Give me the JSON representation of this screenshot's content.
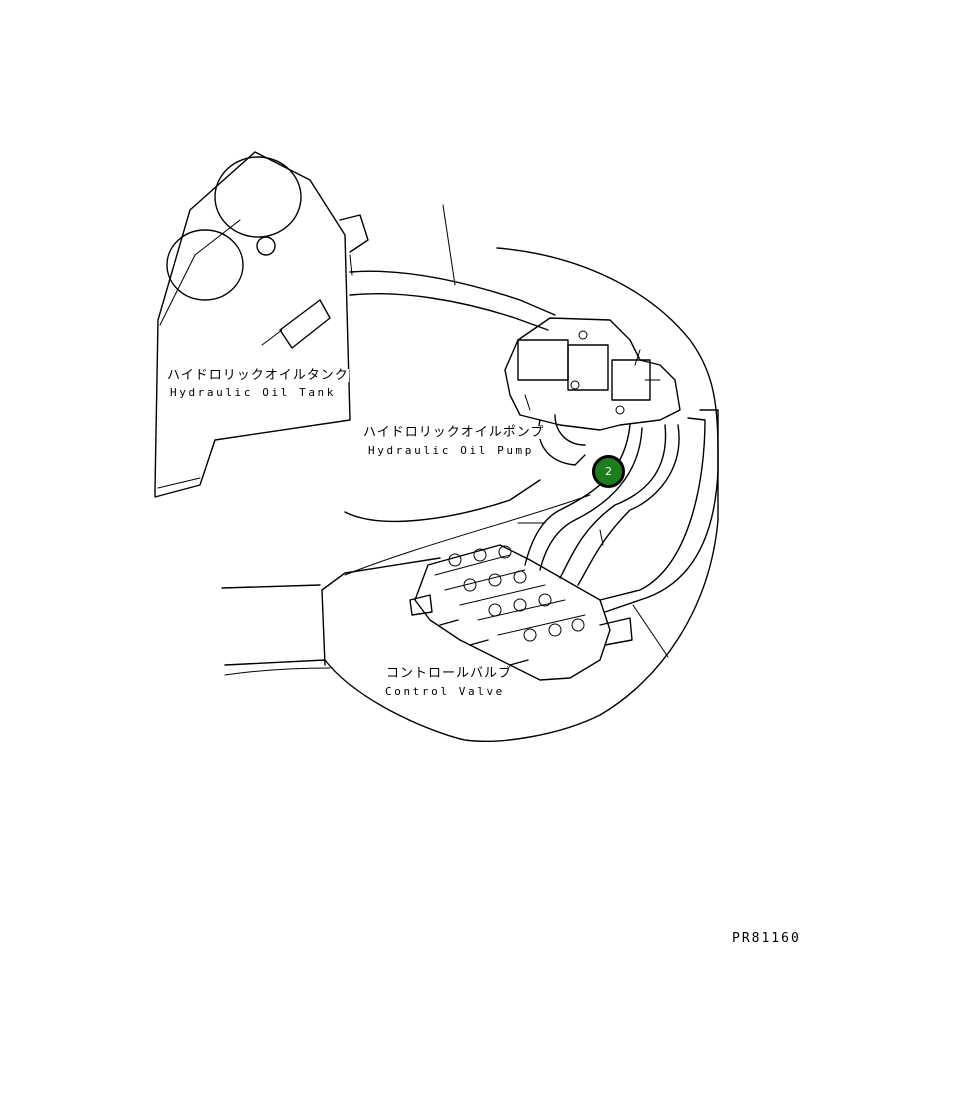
{
  "labels": {
    "tank_jp": "ハイドロリックオイルタンク",
    "tank_en": "Hydraulic Oil Tank",
    "pump_jp": "ハイドロリックオイルポンプ",
    "pump_en": "Hydraulic Oil Pump",
    "valve_jp": "コントロールバルブ",
    "valve_en": "Control Valve"
  },
  "callout": {
    "number": "2",
    "color": "#1d7d1d"
  },
  "drawing_code": "PR81160"
}
